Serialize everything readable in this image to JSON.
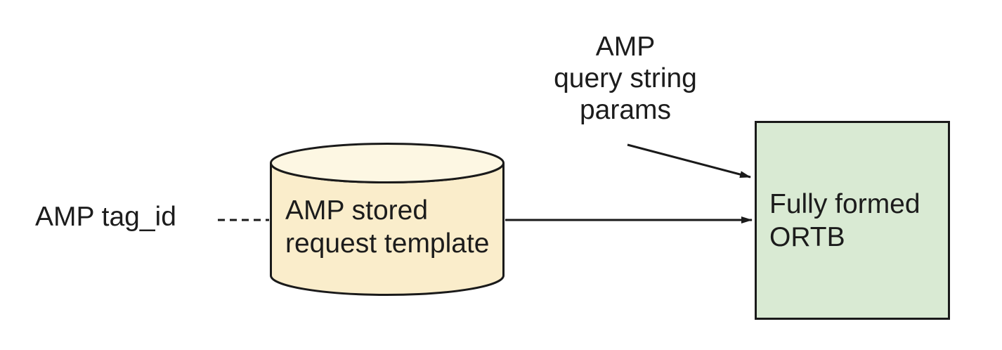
{
  "diagram": {
    "background_color": "#ffffff",
    "line_color": "#1a1a1a",
    "text_color": "#1c1c1c",
    "labels": {
      "tag_id": "AMP tag_id",
      "query_params_lines": [
        "AMP",
        "query string",
        "params"
      ]
    },
    "nodes": {
      "stored_request": {
        "type": "cylinder",
        "lines": [
          "AMP stored",
          "request template"
        ],
        "fill_body": "#FAEDCB",
        "fill_top": "#FDF7E3",
        "stroke": "#1a1a1a"
      },
      "ortb": {
        "type": "rect",
        "lines": [
          "Fully formed",
          "ORTB"
        ],
        "fill": "#D9EAD3",
        "stroke": "#1a1a1a"
      }
    },
    "edges": [
      {
        "from": "AMP tag_id",
        "to": "AMP stored request template",
        "style": "dashed",
        "arrow": false
      },
      {
        "from": "AMP stored request template",
        "to": "Fully formed ORTB",
        "style": "solid",
        "arrow": true
      },
      {
        "from": "AMP query string params",
        "to": "Fully formed ORTB",
        "style": "solid",
        "arrow": true
      }
    ]
  }
}
